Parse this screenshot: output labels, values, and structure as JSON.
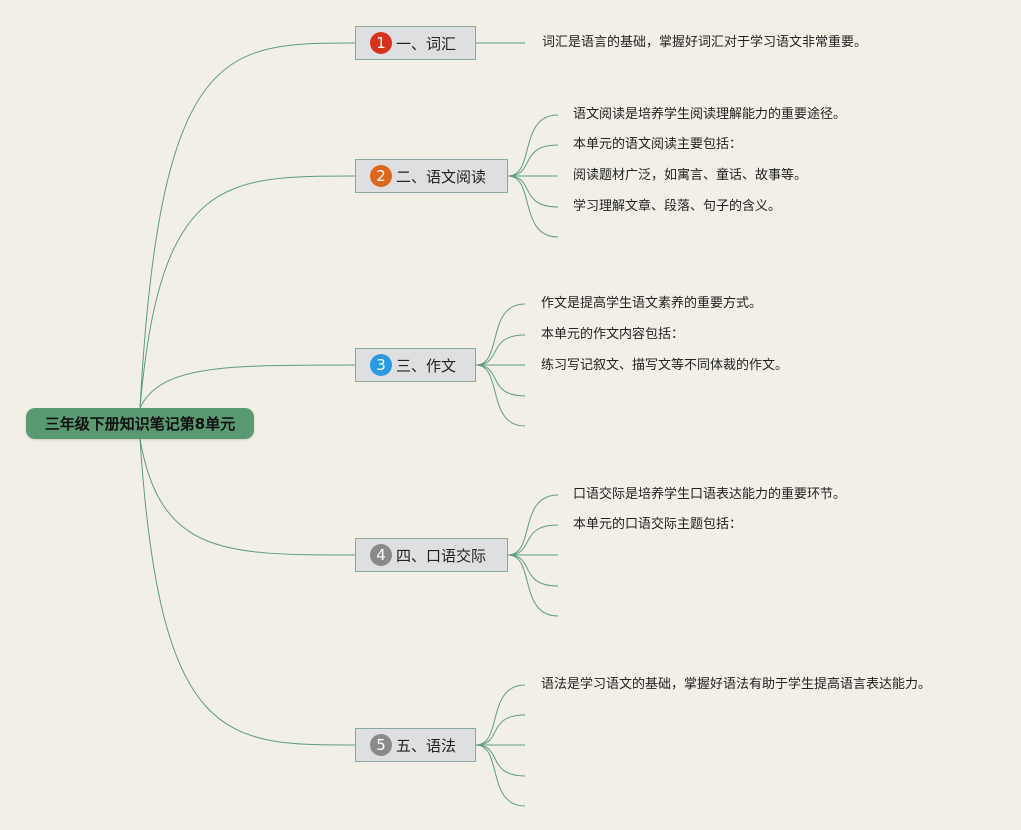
{
  "root": {
    "title": "三年级下册知识笔记第8单元"
  },
  "branches": [
    {
      "number": "1",
      "label": "一、词汇",
      "badge_color": "#d8321d",
      "leaves": [
        "词汇是语言的基础，掌握好词汇对于学习语文非常重要。"
      ]
    },
    {
      "number": "2",
      "label": "二、语文阅读",
      "badge_color": "#e0661c",
      "leaves": [
        "语文阅读是培养学生阅读理解能力的重要途径。",
        "本单元的语文阅读主要包括：",
        "阅读题材广泛，如寓言、童话、故事等。",
        "学习理解文章、段落、句子的含义。",
        ""
      ]
    },
    {
      "number": "3",
      "label": "三、作文",
      "badge_color": "#2a9be0",
      "leaves": [
        "作文是提高学生语文素养的重要方式。",
        "本单元的作文内容包括：",
        "练习写记叙文、描写文等不同体裁的作文。",
        "",
        ""
      ]
    },
    {
      "number": "4",
      "label": "四、口语交际",
      "badge_color": "#8a8a8a",
      "leaves": [
        "口语交际是培养学生口语表达能力的重要环节。",
        "本单元的口语交际主题包括：",
        "",
        "",
        ""
      ]
    },
    {
      "number": "5",
      "label": "五、语法",
      "badge_color": "#8a8a8a",
      "leaves": [
        "语法是学习语文的基础，掌握好语法有助于学生提高语言表达能力。",
        "",
        "",
        "",
        ""
      ]
    }
  ],
  "colors": {
    "line": "#5e9c84",
    "root_bg": "#5a9a72",
    "node_bg": "#dedfe1",
    "node_border": "#8aa7a3"
  }
}
